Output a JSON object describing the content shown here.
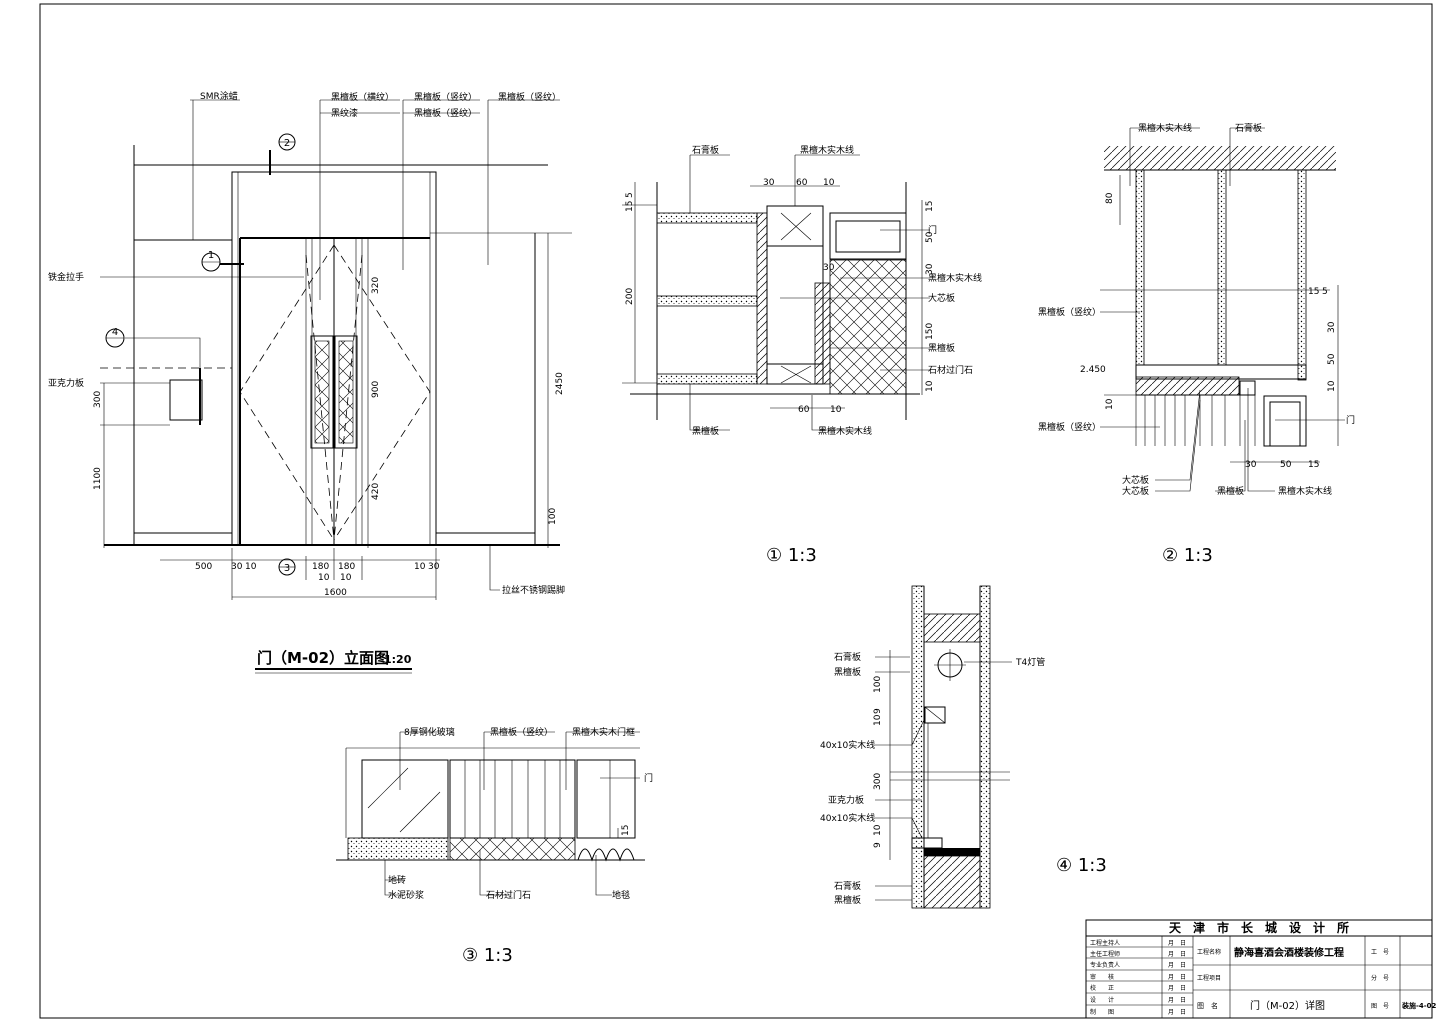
{
  "elevation": {
    "title": "门（M-02）立面图",
    "scale": "1:20",
    "labels": {
      "smr": "SMR涂蜡",
      "handle": "铁金拉手",
      "acrylic": "亚克力板",
      "panel_h": "黑檀板（横纹）",
      "black_paint": "黑纹漆",
      "panel_v1": "黑檀板（竖纹）",
      "panel_v2": "黑檀板（竖纹）",
      "panel_v3": "黑檀板（竖纹）",
      "kick": "拉丝不锈钢踢脚"
    },
    "markers": {
      "m1": "1",
      "m2": "2",
      "m3": "3",
      "m4": "4"
    },
    "dims": {
      "d500": "500",
      "d30": "30",
      "d10a": "10",
      "d180a": "180",
      "d180b": "180",
      "d10b": "10",
      "d10c": "10",
      "d10d": "10",
      "d30b": "30",
      "d1600": "1600",
      "d300": "300",
      "d1100": "1100",
      "d2450": "2450",
      "d100": "100",
      "d320": "320",
      "d900": "900",
      "d420": "420"
    }
  },
  "detail1": {
    "scale": "① 1:3",
    "labels": {
      "gypsum": "石膏板",
      "line_top": "黑檀木实木线",
      "door": "门",
      "line_mid": "黑檀木实木线",
      "marble": "大芯板",
      "black_panel": "黑檀板",
      "stone": "石材过门石",
      "black_board": "黑檀板",
      "line_bot": "黑檀木实木线"
    },
    "dims": {
      "d30": "30",
      "d60": "60",
      "d10": "10",
      "d15": "15",
      "d5": "5",
      "d15b": "15",
      "d50": "50",
      "d30b": "30",
      "d200": "200",
      "d150": "150",
      "d10b": "10",
      "d60b": "60",
      "d10c": "10"
    }
  },
  "detail2": {
    "scale": "② 1:3",
    "labels": {
      "line_top": "黑檀木实木线",
      "gypsum": "石膏板",
      "panel_v": "黑檀板（竖纹）",
      "panel_v2": "黑檀板（竖纹）",
      "elev": "2.450",
      "door": "门",
      "core1": "大芯板",
      "core2": "大芯板",
      "black_panel": "黑檀板",
      "line_bot": "黑檀木实木线"
    },
    "dims": {
      "d80": "80",
      "d15": "15",
      "d5": "5",
      "d30": "30",
      "d50": "50",
      "d10": "10",
      "d10b": "10",
      "d30b": "30",
      "d50b": "50",
      "d15b": "15"
    }
  },
  "detail3": {
    "scale": "③ 1:3",
    "labels": {
      "glass": "8厚钢化玻璃",
      "panel_v": "黑檀板（竖纹）",
      "frame": "黑檀木实木门框",
      "door": "门",
      "tile": "地砖",
      "mortar": "水泥砂浆",
      "stone": "石材过门石",
      "carpet": "地毯"
    },
    "dims": {
      "d15": "15"
    }
  },
  "detail4": {
    "scale": "④ 1:3",
    "labels": {
      "gypsum": "石膏板",
      "panel": "黑檀板",
      "lamp": "T4灯管",
      "line1": "40x10实木线",
      "acrylic": "亚克力板",
      "line2": "40x10实木线",
      "gypsum2": "石膏板",
      "panel2": "黑檀板"
    },
    "dims": {
      "d100": "100",
      "d10": "10",
      "d9": "9",
      "d300": "300",
      "d9b": "9",
      "d10b": "10"
    }
  },
  "title_block": {
    "company": "天　津　市　长　城　设　计　所",
    "project": "静海喜酒会酒楼装修工程",
    "drawing": "门（M-02）详图",
    "row_labels": [
      "工程主持人",
      "主任工程师",
      "专业负责人",
      "审　　核",
      "校　　正",
      "设　　计",
      "制　　图"
    ],
    "date_label": "月　日",
    "proj_name_label": "工程名称",
    "proj_item_label": "工程项目",
    "fig_name_label": "图　名",
    "job_no_label": "工　号",
    "div_label": "分　号",
    "fig_no_label": "图　号",
    "fig_no": "装施-4-02"
  }
}
